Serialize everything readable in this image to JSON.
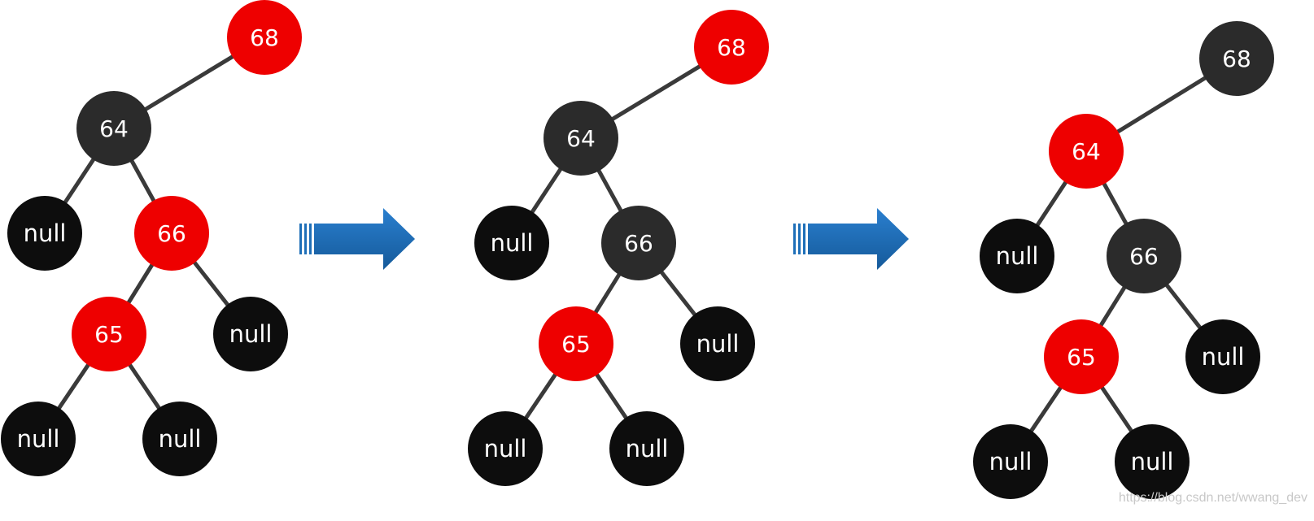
{
  "colors": {
    "red": "#ee0000",
    "black": "#0d0d0d",
    "dark_gray": "#2b2b2b",
    "edge": "#3a3a3a",
    "arrow": "#1e6fb8",
    "text": "#ffffff"
  },
  "trees": [
    {
      "nodes": [
        {
          "id": "68",
          "label": "68",
          "color": "red"
        },
        {
          "id": "64",
          "label": "64",
          "color": "dark_gray"
        },
        {
          "id": "null-a",
          "label": "null",
          "color": "black"
        },
        {
          "id": "66",
          "label": "66",
          "color": "red"
        },
        {
          "id": "65",
          "label": "65",
          "color": "red"
        },
        {
          "id": "null-b",
          "label": "null",
          "color": "black"
        },
        {
          "id": "null-c",
          "label": "null",
          "color": "black"
        },
        {
          "id": "null-d",
          "label": "null",
          "color": "black"
        }
      ]
    },
    {
      "nodes": [
        {
          "id": "68",
          "label": "68",
          "color": "red"
        },
        {
          "id": "64",
          "label": "64",
          "color": "dark_gray"
        },
        {
          "id": "null-a",
          "label": "null",
          "color": "black"
        },
        {
          "id": "66",
          "label": "66",
          "color": "dark_gray"
        },
        {
          "id": "65",
          "label": "65",
          "color": "red"
        },
        {
          "id": "null-b",
          "label": "null",
          "color": "black"
        },
        {
          "id": "null-c",
          "label": "null",
          "color": "black"
        },
        {
          "id": "null-d",
          "label": "null",
          "color": "black"
        }
      ]
    },
    {
      "nodes": [
        {
          "id": "68",
          "label": "68",
          "color": "dark_gray"
        },
        {
          "id": "64",
          "label": "64",
          "color": "red"
        },
        {
          "id": "null-a",
          "label": "null",
          "color": "black"
        },
        {
          "id": "66",
          "label": "66",
          "color": "dark_gray"
        },
        {
          "id": "65",
          "label": "65",
          "color": "red"
        },
        {
          "id": "null-b",
          "label": "null",
          "color": "black"
        },
        {
          "id": "null-c",
          "label": "null",
          "color": "black"
        },
        {
          "id": "null-d",
          "label": "null",
          "color": "black"
        }
      ]
    }
  ],
  "edges": [
    [
      "68",
      "64"
    ],
    [
      "64",
      "null-a"
    ],
    [
      "64",
      "66"
    ],
    [
      "66",
      "65"
    ],
    [
      "66",
      "null-b"
    ],
    [
      "65",
      "null-c"
    ],
    [
      "65",
      "null-d"
    ]
  ],
  "arrows": 2,
  "watermark": "https://blog.csdn.net/wwang_dev"
}
